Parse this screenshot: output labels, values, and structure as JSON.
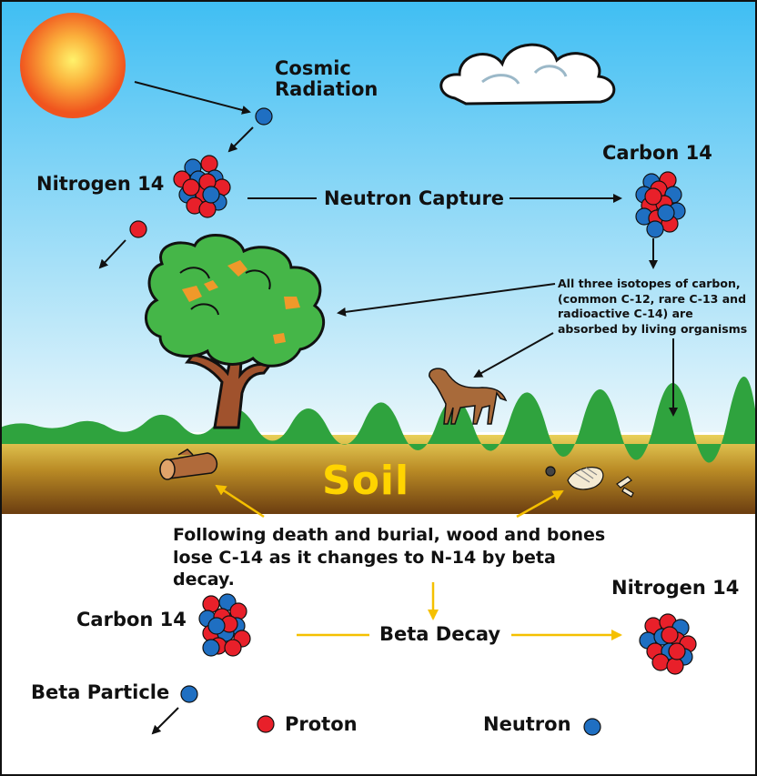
{
  "labels": {
    "cosmic_radiation": "Cosmic\nRadiation",
    "nitrogen14_top": "Nitrogen 14",
    "carbon14_top": "Carbon 14",
    "neutron_capture": "Neutron Capture",
    "absorption_note": "All three isotopes of carbon, (common C-12, rare C-13 and radioactive C-14) are absorbed by living organisms",
    "soil": "Soil",
    "decay_note": "Following death and burial, wood and bones lose C-14 as it changes to N-14 by beta decay.",
    "carbon14_bottom": "Carbon 14",
    "beta_decay": "Beta Decay",
    "nitrogen14_bottom": "Nitrogen 14",
    "beta_particle": "Beta Particle",
    "proton": "Proton",
    "neutron": "Neutron"
  },
  "colors": {
    "sky": "#62c9f5",
    "sun": "#f26522",
    "proton": "#e8202a",
    "neutron": "#1f6fc2",
    "grass": "#2fa33e",
    "soil": "#c9a22a",
    "soil_label": "#ffd400",
    "decay_arrow": "#f5c000"
  }
}
